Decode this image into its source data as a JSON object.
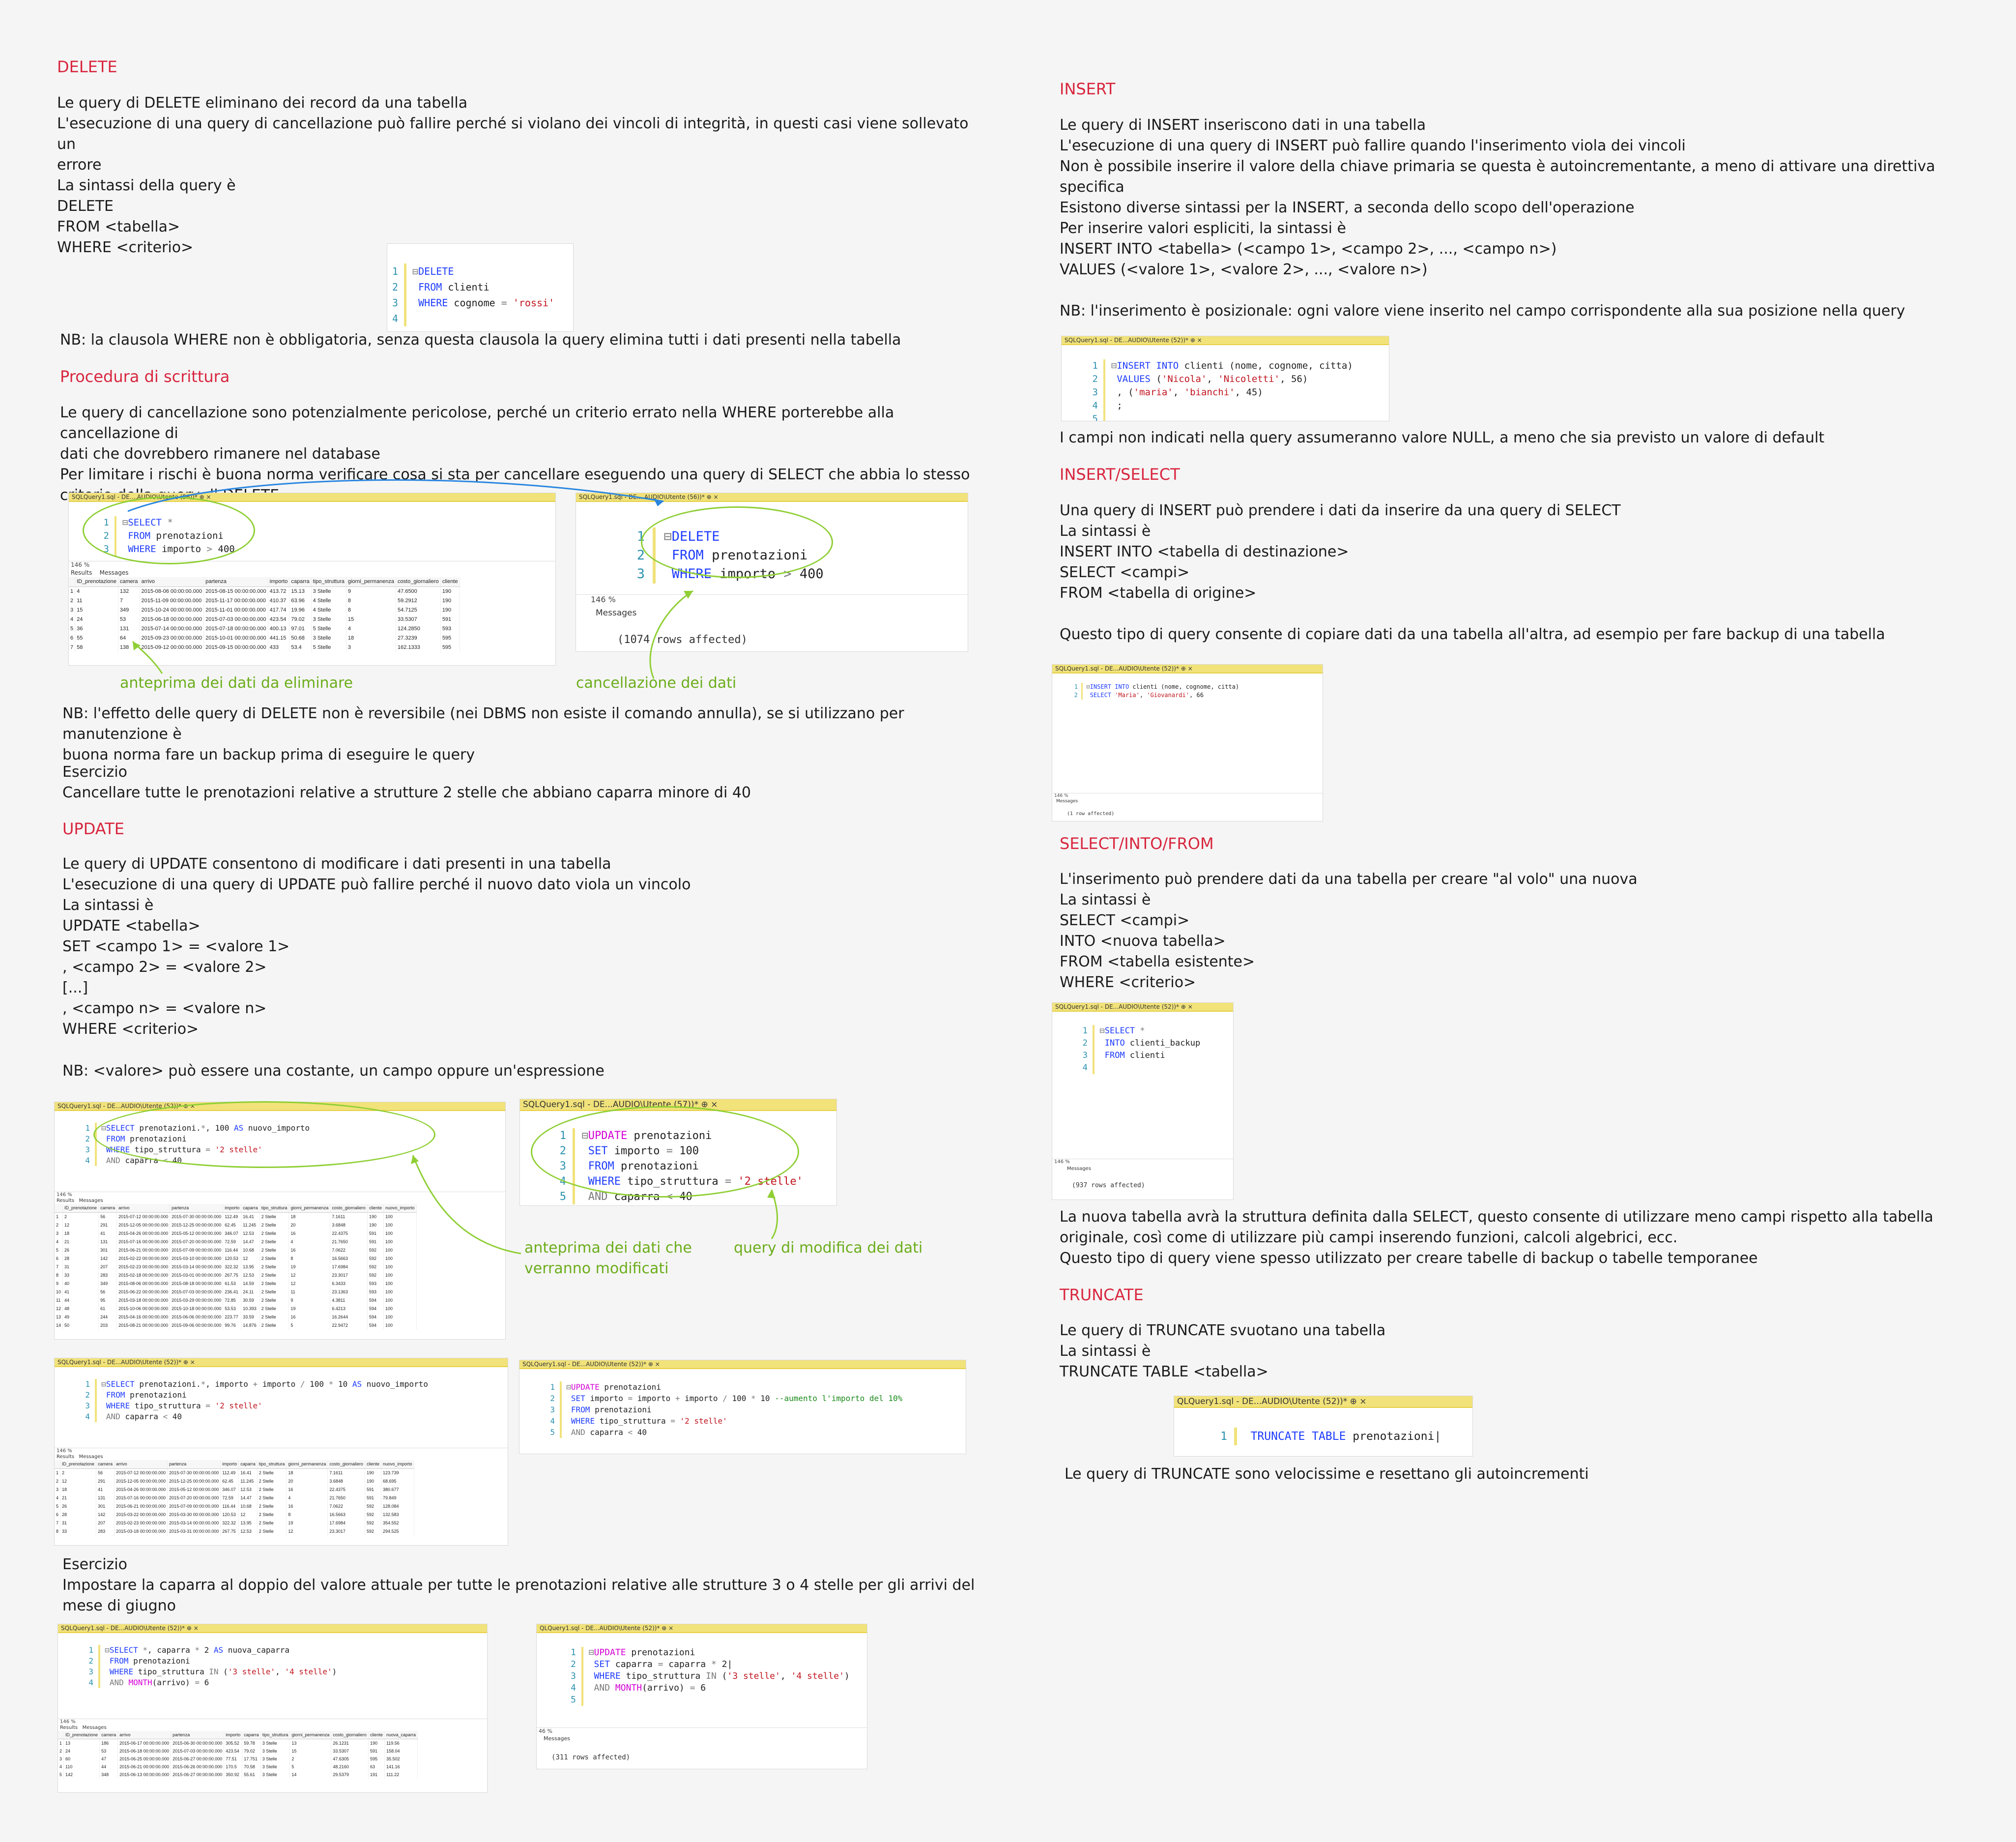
{
  "left": {
    "delete": {
      "heading": "DELETE",
      "intro": "Le query di DELETE eliminano dei record da una tabella\nL'esecuzione di una query di cancellazione può fallire perché si violano dei vincoli di integrità, in questi casi viene sollevato un\nerrore\nLa sintassi della query è\nDELETE\nFROM <tabella>\nWHERE <criterio>",
      "nb": "NB: la clausola WHERE non è obbligatoria, senza questa clausola la query elimina tutti i dati presenti nella tabella"
    },
    "procedura": {
      "heading": "Procedura di scrittura",
      "text": "Le query di cancellazione sono potenzialmente pericolose, perché un criterio errato nella WHERE porterebbe alla cancellazione di\ndati che dovrebbero rimanere nel database\nPer limitare i rischi è buona norma verificare cosa si sta per cancellare eseguendo una query di SELECT che abbia lo stesso\ncriterio della query di DELETE",
      "annotation_preview": "anteprima dei dati da eliminare",
      "annotation_delete": "cancellazione dei dati",
      "nb": "NB: l'effetto delle query di DELETE non è reversibile (nei DBMS non esiste il comando annulla), se si utilizzano per manutenzione è\nbuona norma fare un backup prima di eseguire le query",
      "exercise": "Esercizio\nCancellare tutte le prenotazioni relative a strutture 2 stelle che abbiano caparra minore di 40"
    },
    "update": {
      "heading": "UPDATE",
      "text": "Le query di UPDATE consentono di modificare i dati presenti in una tabella\nL'esecuzione di una query di UPDATE può fallire perché il nuovo dato viola un vincolo\nLa sintassi è\nUPDATE <tabella>\nSET <campo 1> = <valore 1>\n, <campo 2> = <valore 2>\n[...]\n, <campo n> = <valore n>\nWHERE <criterio>",
      "nb": "NB: <valore> può essere una costante, un campo oppure un'espressione",
      "annotation_preview": "anteprima dei dati che\nverranno modificati",
      "annotation_update": "query di modifica dei dati",
      "exercise": "Esercizio\nImpostare la caparra al doppio del valore attuale per tutte le prenotazioni relative alle strutture 3 o 4 stelle per gli arrivi del\nmese di giugno"
    }
  },
  "right": {
    "insert": {
      "heading": "INSERT",
      "text": "Le query di INSERT inseriscono dati in una tabella\nL'esecuzione di una query di INSERT può fallire quando l'inserimento viola dei vincoli\nNon è possibile inserire il valore della chiave primaria se questa è autoincrementante, a meno di attivare una direttiva\nspecifica\nEsistono diverse sintassi per la INSERT, a seconda dello scopo dell'operazione\nPer inserire valori espliciti, la sintassi è\nINSERT INTO <tabella> (<campo 1>, <campo 2>, ..., <campo n>)\nVALUES (<valore 1>, <valore 2>, ..., <valore n>)",
      "nb": "NB: l'inserimento è posizionale: ogni valore viene inserito nel campo corrispondente alla sua posizione nella query",
      "null_note": "I campi non indicati nella query assumeranno valore NULL, a meno che sia previsto un valore di default"
    },
    "insert_select": {
      "heading": "INSERT/SELECT",
      "text": "Una query di INSERT può prendere i dati da inserire da una query di SELECT\nLa sintassi è\nINSERT INTO <tabella di destinazione>\nSELECT <campi>\nFROM <tabella di origine>",
      "note": "Questo tipo di query consente di copiare dati da una tabella all'altra, ad esempio per fare backup di una tabella"
    },
    "select_into": {
      "heading": "SELECT/INTO/FROM",
      "text": "L'inserimento può prendere dati da una tabella per creare \"al volo\" una nuova\nLa sintassi è\nSELECT <campi>\nINTO <nuova tabella>\nFROM <tabella esistente>\nWHERE <criterio>",
      "note": "La nuova tabella avrà la struttura definita dalla SELECT, questo consente di utilizzare meno campi rispetto alla tabella\noriginale, così come di utilizzare più campi inserendo funzioni, calcoli algebrici, ecc.\nQuesto tipo di query viene spesso utilizzato per creare tabelle di backup o tabelle temporanee"
    },
    "truncate": {
      "heading": "TRUNCATE",
      "text": "Le query di TRUNCATE svuotano una tabella\nLa sintassi è\nTRUNCATE TABLE <tabella>",
      "note": "Le query di TRUNCATE sono velocissime e resettano gli autoincrementi"
    }
  },
  "ssms": {
    "tab_delete_select": "SQLQuery1.sql - DE....AUDIO\\Utente (56))*  ⊕  ×",
    "tab_delete": "SQLQuery1.sql - DE....AUDIO\\Utente (56))*  ⊕  ×",
    "tab_52": "SQLQuery1.sql - DE...AUDIO\\Utente (52))*  ⊕  ×",
    "tab_57": "SQLQuery1.sql - DE...AUDIO\\Utente (57))*  ⊕  ×",
    "tab_truncate": "QLQuery1.sql - DE...AUDIO\\Utente (52))*  ⊕  ×",
    "tab_caparra": "QLQuery1.sql - DE...AUDIO\\Utente (52))*  ⊕  ×",
    "zoom": "146 %",
    "zoom_short": "46 %",
    "results_tab": "Results",
    "messages_tab": "Messages",
    "msg_1074": "(1074 rows affected)",
    "msg_1": "(1 row affected)",
    "msg_937": "(937 rows affected)",
    "msg_311": "(311 rows affected)",
    "grid_headers": [
      "ID_prenotazione",
      "camera",
      "arrivo",
      "partenza",
      "importo",
      "caparra",
      "tipo_struttura",
      "giorni_permanenza",
      "costo_giornaliero",
      "cliente"
    ],
    "grid_rows_delete": [
      [
        "1",
        "4",
        "132",
        "2015-08-06 00:00:00.000",
        "2015-08-15 00:00:00.000",
        "413.72",
        "15.13",
        "3 Stelle",
        "9",
        "47.6500",
        "190"
      ],
      [
        "2",
        "11",
        "7",
        "2015-11-09 00:00:00.000",
        "2015-11-17 00:00:00.000",
        "410.37",
        "63.96",
        "4 Stelle",
        "8",
        "59.2912",
        "190"
      ],
      [
        "3",
        "15",
        "349",
        "2015-10-24 00:00:00.000",
        "2015-11-01 00:00:00.000",
        "417.74",
        "19.96",
        "4 Stelle",
        "8",
        "54.7125",
        "190"
      ],
      [
        "4",
        "24",
        "53",
        "2015-06-18 00:00:00.000",
        "2015-07-03 00:00:00.000",
        "423.54",
        "79.02",
        "3 Stelle",
        "15",
        "33.5307",
        "591"
      ],
      [
        "5",
        "36",
        "131",
        "2015-07-14 00:00:00.000",
        "2015-07-18 00:00:00.000",
        "400.13",
        "97.01",
        "5 Stelle",
        "4",
        "124.2850",
        "593"
      ],
      [
        "6",
        "55",
        "64",
        "2015-09-23 00:00:00.000",
        "2015-10-01 00:00:00.000",
        "441.15",
        "50.68",
        "3 Stelle",
        "18",
        "27.3239",
        "595"
      ],
      [
        "7",
        "58",
        "138",
        "2015-09-12 00:00:00.000",
        "2015-09-15 00:00:00.000",
        "433",
        "53.4",
        "5 Stelle",
        "3",
        "162.1333",
        "595"
      ]
    ],
    "grid_headers_update": [
      "ID_prenotazione",
      "camera",
      "arrivo",
      "partenza",
      "importo",
      "caparra",
      "tipo_struttura",
      "giorni_permanenza",
      "costo_giornaliero",
      "cliente",
      "nuovo_importo"
    ],
    "grid_rows_update": [
      [
        "1",
        "2",
        "56",
        "2015-07-12 00:00:00.000",
        "2015-07-30 00:00:00.000",
        "112.49",
        "16.41",
        "2 Stelle",
        "18",
        "7.1611",
        "190",
        "100"
      ],
      [
        "2",
        "12",
        "291",
        "2015-12-05 00:00:00.000",
        "2015-12-25 00:00:00.000",
        "62.45",
        "11.245",
        "2 Stelle",
        "20",
        "3.6848",
        "190",
        "100"
      ],
      [
        "3",
        "18",
        "41",
        "2015-04-26 00:00:00.000",
        "2015-05-12 00:00:00.000",
        "346.07",
        "12.53",
        "2 Stelle",
        "16",
        "22.4375",
        "591",
        "100"
      ],
      [
        "4",
        "21",
        "131",
        "2015-07-16 00:00:00.000",
        "2015-07-20 00:00:00.000",
        "72.59",
        "14.47",
        "2 Stelle",
        "4",
        "21.7650",
        "591",
        "100"
      ],
      [
        "5",
        "26",
        "301",
        "2015-06-21 00:00:00.000",
        "2015-07-09 00:00:00.000",
        "116.44",
        "10.68",
        "2 Stelle",
        "16",
        "7.0622",
        "592",
        "100"
      ],
      [
        "6",
        "28",
        "142",
        "2015-02-22 00:00:00.000",
        "2015-03-10 00:00:00.000",
        "120.53",
        "12",
        "2 Stelle",
        "8",
        "16.5663",
        "592",
        "100"
      ],
      [
        "7",
        "31",
        "207",
        "2015-02-23 00:00:00.000",
        "2015-03-14 00:00:00.000",
        "322.32",
        "13.95",
        "2 Stelle",
        "19",
        "17.6984",
        "592",
        "100"
      ],
      [
        "8",
        "33",
        "283",
        "2015-02-18 00:00:00.000",
        "2015-03-01 00:00:00.000",
        "267.75",
        "12.53",
        "2 Stelle",
        "12",
        "23.3017",
        "592",
        "100"
      ],
      [
        "9",
        "40",
        "349",
        "2015-08-06 00:00:00.000",
        "2015-08-18 00:00:00.000",
        "61.53",
        "14.59",
        "2 Stelle",
        "12",
        "6.3433",
        "593",
        "100"
      ],
      [
        "10",
        "41",
        "56",
        "2015-06-22 00:00:00.000",
        "2015-07-03 00:00:00.000",
        "236.41",
        "24.11",
        "2 Stelle",
        "11",
        "23.1363",
        "593",
        "100"
      ],
      [
        "11",
        "44",
        "95",
        "2015-03-18 00:00:00.000",
        "2015-03-29 00:00:00.000",
        "72.85",
        "30.59",
        "2 Stelle",
        "9",
        "4.3811",
        "594",
        "100"
      ],
      [
        "12",
        "48",
        "61",
        "2015-10-06 00:00:00.000",
        "2015-10-18 00:00:00.000",
        "53.53",
        "10.393",
        "2 Stelle",
        "19",
        "6.4213",
        "594",
        "100"
      ],
      [
        "13",
        "49",
        "244",
        "2015-04-16 00:00:00.000",
        "2015-06-06 00:00:00.000",
        "223.77",
        "33.59",
        "2 Stelle",
        "16",
        "16.2644",
        "594",
        "100"
      ],
      [
        "14",
        "50",
        "203",
        "2015-08-21 00:00:00.000",
        "2015-09-06 00:00:00.000",
        "99.76",
        "14.876",
        "2 Stelle",
        "5",
        "22.9472",
        "594",
        "100"
      ]
    ],
    "grid_rows_update2": [
      [
        "1",
        "2",
        "56",
        "2015-07-12 00:00:00.000",
        "2015-07-30 00:00:00.000",
        "112.49",
        "16.41",
        "2 Stelle",
        "18",
        "7.1611",
        "190",
        "123.739"
      ],
      [
        "2",
        "12",
        "291",
        "2015-12-05 00:00:00.000",
        "2015-12-25 00:00:00.000",
        "62.45",
        "11.245",
        "2 Stelle",
        "20",
        "3.6848",
        "190",
        "68.695"
      ],
      [
        "3",
        "18",
        "41",
        "2015-04-26 00:00:00.000",
        "2015-05-12 00:00:00.000",
        "346.07",
        "12.53",
        "2 Stelle",
        "16",
        "22.4375",
        "591",
        "380.677"
      ],
      [
        "4",
        "21",
        "131",
        "2015-07-16 00:00:00.000",
        "2015-07-20 00:00:00.000",
        "72.59",
        "14.47",
        "2 Stelle",
        "4",
        "21.7650",
        "591",
        "79.849"
      ],
      [
        "5",
        "26",
        "301",
        "2015-06-21 00:00:00.000",
        "2015-07-09 00:00:00.000",
        "116.44",
        "10.68",
        "2 Stelle",
        "16",
        "7.0622",
        "592",
        "128.084"
      ],
      [
        "6",
        "28",
        "142",
        "2015-03-22 00:00:00.000",
        "2015-03-30 00:00:00.000",
        "120.53",
        "12",
        "2 Stelle",
        "8",
        "16.5663",
        "592",
        "132.583"
      ],
      [
        "7",
        "31",
        "207",
        "2015-02-23 00:00:00.000",
        "2015-03-14 00:00:00.000",
        "322.32",
        "13.95",
        "2 Stelle",
        "19",
        "17.6984",
        "592",
        "354.552"
      ],
      [
        "8",
        "33",
        "283",
        "2015-03-18 00:00:00.000",
        "2015-03-31 00:00:00.000",
        "267.75",
        "12.53",
        "2 Stelle",
        "12",
        "23.3017",
        "592",
        "294.525"
      ]
    ],
    "grid_headers_caparra": [
      "ID_prenotazione",
      "camera",
      "arrivo",
      "partenza",
      "importo",
      "caparra",
      "tipo_struttura",
      "giorni_permanenza",
      "costo_giornaliero",
      "cliente",
      "nuova_caparra"
    ],
    "grid_rows_caparra": [
      [
        "1",
        "13",
        "186",
        "2015-06-17 00:00:00.000",
        "2015-06-30 00:00:00.000",
        "305.52",
        "59.78",
        "3 Stelle",
        "13",
        "26.1231",
        "190",
        "119.56"
      ],
      [
        "2",
        "24",
        "53",
        "2015-06-18 00:00:00.000",
        "2015-07-03 00:00:00.000",
        "423.54",
        "79.02",
        "3 Stelle",
        "15",
        "33.5307",
        "591",
        "158.04"
      ],
      [
        "3",
        "60",
        "47",
        "2015-06-25 00:00:00.000",
        "2015-06-27 00:00:00.000",
        "77.51",
        "17.751",
        "3 Stelle",
        "2",
        "47.6305",
        "595",
        "35.502"
      ],
      [
        "4",
        "110",
        "44",
        "2015-06-21 00:00:00.000",
        "2015-06-26 00:00:00.000",
        "170.5",
        "70.58",
        "3 Stelle",
        "5",
        "48.2160",
        "63",
        "141.16"
      ],
      [
        "5",
        "142",
        "348",
        "2015-06-13 00:00:00.000",
        "2015-06-27 00:00:00.000",
        "350.92",
        "55.61",
        "3 Stelle",
        "14",
        "29.5379",
        "191",
        "111.22"
      ]
    ]
  }
}
